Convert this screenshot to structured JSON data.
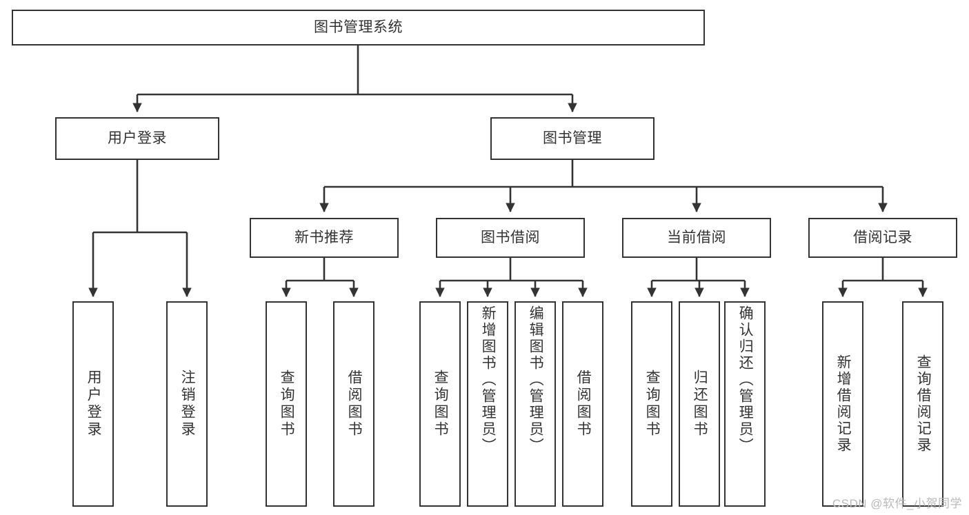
{
  "title": "图书管理系统",
  "watermark": "CSDN @软件_小贺同学",
  "colors": {
    "stroke": "#333333",
    "box_fill": "#ffffff",
    "text": "#333333",
    "watermark": "#b9b9b9",
    "background": "#ffffff"
  },
  "chart_data": {
    "type": "diagram",
    "diagram_kind": "tree-hierarchy",
    "title": "图书管理系统",
    "orientation": "top-down",
    "levels": 4,
    "nodes": [
      {
        "id": "root",
        "label": "图书管理系统",
        "level": 0,
        "parent": null,
        "orientation": "horizontal"
      },
      {
        "id": "login",
        "label": "用户登录",
        "level": 1,
        "parent": "root",
        "orientation": "horizontal"
      },
      {
        "id": "bookmgmt",
        "label": "图书管理",
        "level": 1,
        "parent": "root",
        "orientation": "horizontal"
      },
      {
        "id": "newbook",
        "label": "新书推荐",
        "level": 2,
        "parent": "bookmgmt",
        "orientation": "horizontal"
      },
      {
        "id": "borrow",
        "label": "图书借阅",
        "level": 2,
        "parent": "bookmgmt",
        "orientation": "horizontal"
      },
      {
        "id": "current",
        "label": "当前借阅",
        "level": 2,
        "parent": "bookmgmt",
        "orientation": "horizontal"
      },
      {
        "id": "record",
        "label": "借阅记录",
        "level": 2,
        "parent": "bookmgmt",
        "orientation": "horizontal"
      },
      {
        "id": "leaf1",
        "label": "用户登录",
        "level": 3,
        "parent": "login",
        "orientation": "vertical"
      },
      {
        "id": "leaf2",
        "label": "注销登录",
        "level": 3,
        "parent": "login",
        "orientation": "vertical"
      },
      {
        "id": "leaf3",
        "label": "查询图书",
        "level": 3,
        "parent": "newbook",
        "orientation": "vertical"
      },
      {
        "id": "leaf4",
        "label": "借阅图书",
        "level": 3,
        "parent": "newbook",
        "orientation": "vertical"
      },
      {
        "id": "leaf5",
        "label": "查询图书",
        "level": 3,
        "parent": "borrow",
        "orientation": "vertical"
      },
      {
        "id": "leaf6",
        "label": "新增图书（管理员）",
        "level": 3,
        "parent": "borrow",
        "orientation": "vertical"
      },
      {
        "id": "leaf7",
        "label": "编辑图书（管理员）",
        "level": 3,
        "parent": "borrow",
        "orientation": "vertical"
      },
      {
        "id": "leaf8",
        "label": "借阅图书",
        "level": 3,
        "parent": "borrow",
        "orientation": "vertical"
      },
      {
        "id": "leaf9",
        "label": "查询图书",
        "level": 3,
        "parent": "current",
        "orientation": "vertical"
      },
      {
        "id": "leaf10",
        "label": "归还图书",
        "level": 3,
        "parent": "current",
        "orientation": "vertical"
      },
      {
        "id": "leaf11",
        "label": "确认归还（管理员）",
        "level": 3,
        "parent": "current",
        "orientation": "vertical"
      },
      {
        "id": "leaf12",
        "label": "新增借阅记录",
        "level": 3,
        "parent": "record",
        "orientation": "vertical"
      },
      {
        "id": "leaf13",
        "label": "查询借阅记录",
        "level": 3,
        "parent": "record",
        "orientation": "vertical"
      }
    ],
    "edges": [
      {
        "from": "root",
        "to": "login"
      },
      {
        "from": "root",
        "to": "bookmgmt"
      },
      {
        "from": "bookmgmt",
        "to": "newbook"
      },
      {
        "from": "bookmgmt",
        "to": "borrow"
      },
      {
        "from": "bookmgmt",
        "to": "current"
      },
      {
        "from": "bookmgmt",
        "to": "record"
      },
      {
        "from": "login",
        "to": "leaf1"
      },
      {
        "from": "login",
        "to": "leaf2"
      },
      {
        "from": "newbook",
        "to": "leaf3"
      },
      {
        "from": "newbook",
        "to": "leaf4"
      },
      {
        "from": "borrow",
        "to": "leaf5"
      },
      {
        "from": "borrow",
        "to": "leaf6"
      },
      {
        "from": "borrow",
        "to": "leaf7"
      },
      {
        "from": "borrow",
        "to": "leaf8"
      },
      {
        "from": "current",
        "to": "leaf9"
      },
      {
        "from": "current",
        "to": "leaf10"
      },
      {
        "from": "current",
        "to": "leaf11"
      },
      {
        "from": "record",
        "to": "leaf12"
      },
      {
        "from": "record",
        "to": "leaf13"
      }
    ]
  }
}
